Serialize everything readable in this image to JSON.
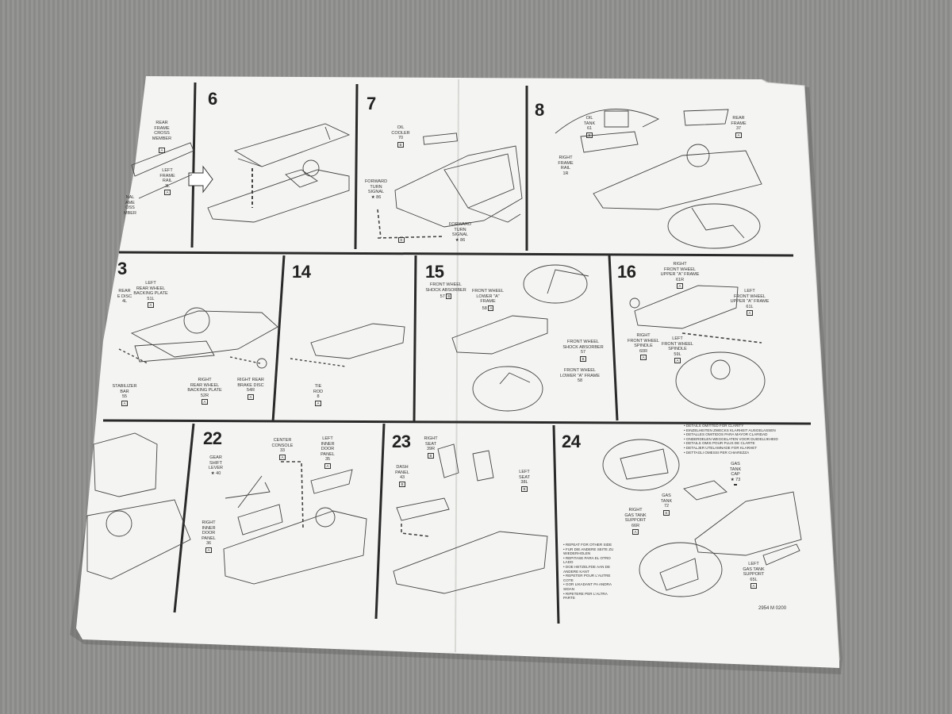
{
  "steps": {
    "6": {
      "num": "6"
    },
    "7": {
      "num": "7"
    },
    "8": {
      "num": "8"
    },
    "13": {
      "num": "3"
    },
    "14": {
      "num": "14"
    },
    "15": {
      "num": "15"
    },
    "16": {
      "num": "16"
    },
    "22": {
      "num": "22"
    },
    "23": {
      "num": "23"
    },
    "24": {
      "num": "24"
    }
  },
  "labels": {
    "rear_frame_cross": {
      "text": "REAR\nFRAME\nCROSS\nMEMBER\n",
      "tree": "A"
    },
    "left_frame_rail": {
      "text": "LEFT\nFRAME\nRAIL\n3L",
      "tree": "A"
    },
    "cut_off": {
      "text": "NAL\nAME\nOSS\nMBER"
    },
    "oil_cooler": {
      "text": "OIL\nCOOLER\n70",
      "tree": "B"
    },
    "fwd_turn_signal_a": {
      "text": "FORWARD\nTURN\nSIGNAL\n★ 86"
    },
    "fwd_turn_signal_b": {
      "text": "FORWARD\nTURN\nSIGNAL\n★ 86"
    },
    "e_box": {
      "tree": "E"
    },
    "oil_tank": {
      "text": "OIL\nTANK\n61",
      "tree": "E"
    },
    "rear_frame": {
      "text": "REAR\nFRAME\n37",
      "tree": "A"
    },
    "right_frame_rail": {
      "text": "RIGHT\nFRAME\nRAIL\n1R"
    },
    "left_rear_backing": {
      "text": "LEFT\nREAR WHEEL\nBACKING PLATE\n51L",
      "tree": "A"
    },
    "left_rear_disc": {
      "text": "REAR\nE DISC\n4L"
    },
    "stabilizer_bar": {
      "text": "STABILIZER\nBAR\n55",
      "tree": "A"
    },
    "right_rear_backing": {
      "text": "RIGHT\nREAR WHEEL\nBACKING PLATE\n52R",
      "tree": "A"
    },
    "right_rear_brake_disc": {
      "text": "RIGHT REAR\nBRAKE DISC\n54R",
      "tree": "A"
    },
    "tie_rod": {
      "text": "TIE\nROD\n8",
      "tree": "A"
    },
    "fw_shock_a": {
      "text": "FRONT WHEEL\nSHOCK ABSORBER\n57",
      "tree": "B"
    },
    "fw_lower_a_top": {
      "text": "FRONT WHEEL\nLOWER \"A\" FRAME\n58",
      "tree": "A"
    },
    "fw_shock_b": {
      "text": "FRONT WHEEL\nSHOCK ABSORBER\n57",
      "tree": "B"
    },
    "fw_lower_a": {
      "text": "FRONT WHEEL\nLOWER \"A\" FRAME\n58"
    },
    "rfw_upper_a": {
      "text": "RIGHT\nFRONT WHEEL\nUPPER \"A\" FRAME\n61R",
      "tree": "A"
    },
    "lfw_upper_a": {
      "text": "LEFT\nFRONT WHEEL\nUPPER \"A\" FRAME\n61L",
      "tree": "A"
    },
    "rfw_spindle": {
      "text": "RIGHT\nFRONT WHEEL\nSPINDLE\n60R",
      "tree": "A"
    },
    "lfw_spindle": {
      "text": "LEFT\nFRONT WHEEL\nSPINDLE\n59L",
      "tree": "A"
    },
    "gear_shift": {
      "text": "GEAR\nSHIFT\nLEVER\n★ 40"
    },
    "center_console": {
      "text": "CENTER\nCONSOLE\n33",
      "tree": "A"
    },
    "left_inner_door": {
      "text": "LEFT\nINNER\nDOOR\nPANEL\n35",
      "tree": "A"
    },
    "right_inner_door": {
      "text": "RIGHT\nINNER\nDOOR\nPANEL\n36",
      "tree": "A"
    },
    "right_seat": {
      "text": "RIGHT\nSEAT\n39R",
      "tree": "B"
    },
    "left_seat": {
      "text": "LEFT\nSEAT\n38L",
      "tree": "B"
    },
    "dash_panel": {
      "text": "DASH\nPANEL\n43",
      "tree": "B"
    },
    "gas_tank_cap": {
      "text": "GAS\nTANK\nCAP\n★ 73",
      "tree": ""
    },
    "gas_tank": {
      "text": "GAS\nTANK\n72",
      "tree": "E"
    },
    "right_gas_support": {
      "text": "RIGHT\nGAS TANK\nSUPPORT\n66R",
      "tree": "A"
    },
    "left_gas_support": {
      "text": "LEFT\nGAS TANK\nSUPPORT\n65L",
      "tree": "A"
    }
  },
  "notes": {
    "details_omitted": "• DETAILS OMITTED FOR CLARITY\n• EINZELHEITEN ZWECKS KLARHEIT AUSGELASSEN\n• DETALLES OMITIDOS PARA MAYOR CLARIDAD\n• ONDERDELEN WEGGELATEN VOOR DUIDELIJKHEID\n• DETAILS OMIS POUR PLUS DE CLARTE\n• DETALJER UTELAMNADE FOR KLARHET\n• DETTAGLI OMESSI PER CHIAREZZA",
    "repeat_other_side": "• REPEAT FOR OTHER SIDE\n• FUR DIE ANDERE SEITE ZU\n  WIEDERHOLEN\n• REPITASE PARA EL OTRO\n  LADO\n• DOE HETZELFDE AAN DE\n  ANDERE KANT\n• REPETER POUR L'AUTRE\n  COTE\n• GOR LIKADANT PA ANDRA\n  SIDAN\n• RIPETERE PER L'ALTRA\n  PARTE"
  },
  "footer": {
    "code": "2954 M 0200"
  }
}
